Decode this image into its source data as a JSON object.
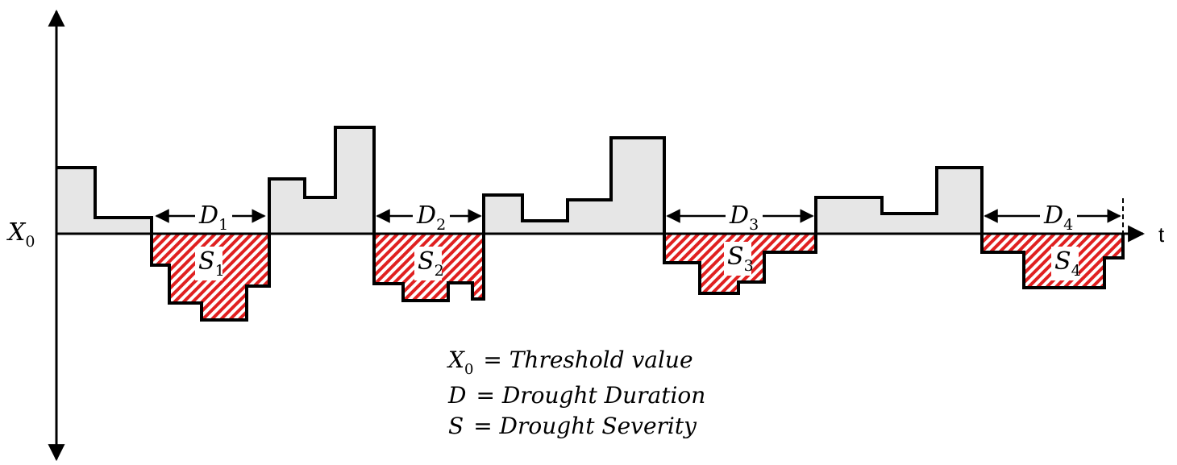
{
  "axis": {
    "y_label": "X",
    "y_label_sub": "0",
    "x_label": "t"
  },
  "durations": [
    {
      "letter": "D",
      "sub": "1"
    },
    {
      "letter": "D",
      "sub": "2"
    },
    {
      "letter": "D",
      "sub": "3"
    },
    {
      "letter": "D",
      "sub": "4"
    }
  ],
  "severities": [
    {
      "letter": "S",
      "sub": "1"
    },
    {
      "letter": "S",
      "sub": "2"
    },
    {
      "letter": "S",
      "sub": "3"
    },
    {
      "letter": "S",
      "sub": "4"
    }
  ],
  "legend": [
    {
      "symbol": "X",
      "sub": "0",
      "text": "= Threshold value"
    },
    {
      "symbol": "D",
      "sub": "",
      "text": "= Drought Duration"
    },
    {
      "symbol": "S",
      "sub": "",
      "text": "= Drought Severity"
    }
  ],
  "colors": {
    "surplus_fill": "#e6e6e6",
    "deficit_hatch": "#e02020",
    "outline": "#000000"
  }
}
